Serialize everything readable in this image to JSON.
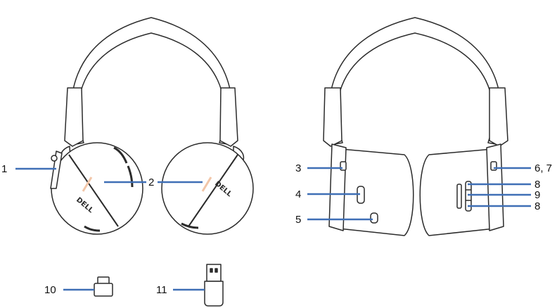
{
  "colors": {
    "leader": "#3f6fb6",
    "outline": "#2b2b2b",
    "fill": "#ffffff",
    "highlight": "#f2c6a8",
    "text": "#111111"
  },
  "brand": "DELL",
  "callouts": [
    {
      "id": "1",
      "label": "1"
    },
    {
      "id": "2",
      "label": "2"
    },
    {
      "id": "3",
      "label": "3"
    },
    {
      "id": "4",
      "label": "4"
    },
    {
      "id": "5",
      "label": "5"
    },
    {
      "id": "67",
      "label": "6, 7"
    },
    {
      "id": "8a",
      "label": "8"
    },
    {
      "id": "9",
      "label": "9"
    },
    {
      "id": "8b",
      "label": "8"
    },
    {
      "id": "10",
      "label": "10"
    },
    {
      "id": "11",
      "label": "11"
    }
  ],
  "icons": [
    "headset-front-icon",
    "headset-rear-icon",
    "usb-c-dongle-icon",
    "usb-a-dongle-icon"
  ]
}
